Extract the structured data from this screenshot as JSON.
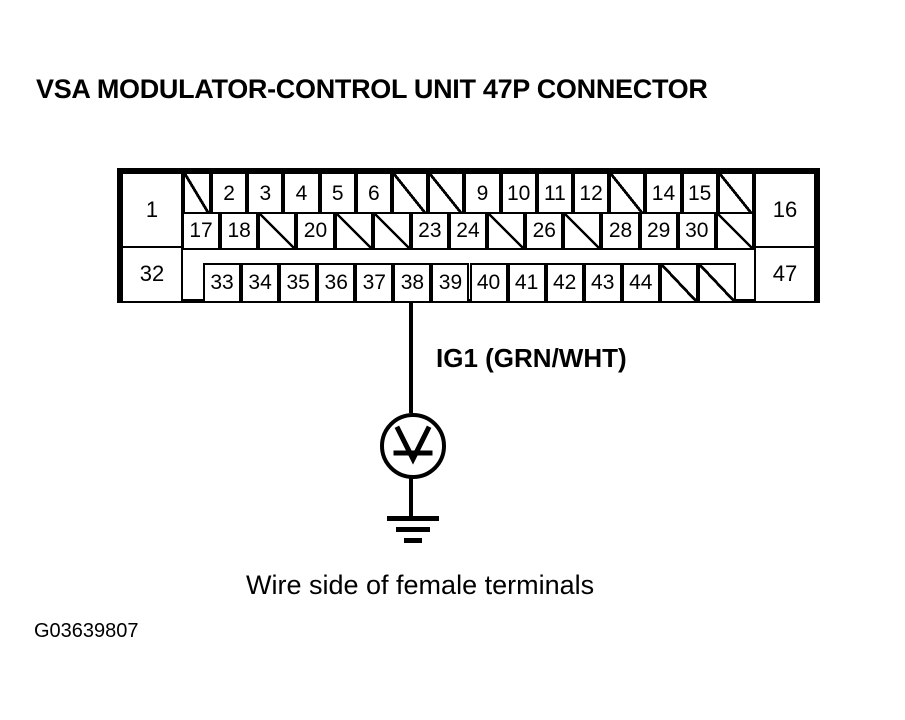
{
  "document": {
    "title": "VSA MODULATOR-CONTROL UNIT 47P CONNECTOR",
    "caption": "Wire side of female terminals",
    "figure_id": "G03639807"
  },
  "connector": {
    "name": "VSA MODULATOR-CONTROL UNIT 47P CONNECTOR",
    "pin_count": "47",
    "left_tall_pins": [
      {
        "label": "1"
      },
      {
        "label": "32"
      }
    ],
    "right_tall_pins": [
      {
        "label": "16"
      },
      {
        "label": "47"
      }
    ],
    "row1": [
      {
        "label": "",
        "blank": true
      },
      {
        "label": "2",
        "blank": false
      },
      {
        "label": "3",
        "blank": false
      },
      {
        "label": "4",
        "blank": false
      },
      {
        "label": "5",
        "blank": false
      },
      {
        "label": "6",
        "blank": false
      },
      {
        "label": "",
        "blank": true
      },
      {
        "label": "",
        "blank": true
      },
      {
        "label": "9",
        "blank": false
      },
      {
        "label": "10",
        "blank": false
      },
      {
        "label": "11",
        "blank": false
      },
      {
        "label": "12",
        "blank": false
      },
      {
        "label": "",
        "blank": true
      },
      {
        "label": "14",
        "blank": false
      },
      {
        "label": "15",
        "blank": false
      },
      {
        "label": "",
        "blank": true
      }
    ],
    "row2": [
      {
        "label": "17",
        "blank": false
      },
      {
        "label": "18",
        "blank": false
      },
      {
        "label": "",
        "blank": true
      },
      {
        "label": "20",
        "blank": false
      },
      {
        "label": "",
        "blank": true
      },
      {
        "label": "",
        "blank": true
      },
      {
        "label": "23",
        "blank": false
      },
      {
        "label": "24",
        "blank": false
      },
      {
        "label": "",
        "blank": true
      },
      {
        "label": "26",
        "blank": false
      },
      {
        "label": "",
        "blank": true
      },
      {
        "label": "28",
        "blank": false
      },
      {
        "label": "29",
        "blank": false
      },
      {
        "label": "30",
        "blank": false
      },
      {
        "label": "",
        "blank": true
      }
    ],
    "row3": [
      {
        "label": "33",
        "blank": false
      },
      {
        "label": "34",
        "blank": false
      },
      {
        "label": "35",
        "blank": false
      },
      {
        "label": "36",
        "blank": false
      },
      {
        "label": "37",
        "blank": false
      },
      {
        "label": "38",
        "blank": false
      },
      {
        "label": "39",
        "blank": false
      },
      {
        "label": "40",
        "blank": false
      },
      {
        "label": "41",
        "blank": false
      },
      {
        "label": "42",
        "blank": false
      },
      {
        "label": "43",
        "blank": false
      },
      {
        "label": "44",
        "blank": false
      },
      {
        "label": "",
        "blank": true
      },
      {
        "label": "",
        "blank": true
      }
    ]
  },
  "circuit": {
    "wire_label": "IG1 (GRN/WHT)",
    "probe_pin": "38",
    "meter_symbol": "V",
    "meter_type": "voltmeter-icon",
    "ground_symbol": "ground-icon"
  },
  "colors": {
    "line": "#000000",
    "background": "#ffffff"
  }
}
